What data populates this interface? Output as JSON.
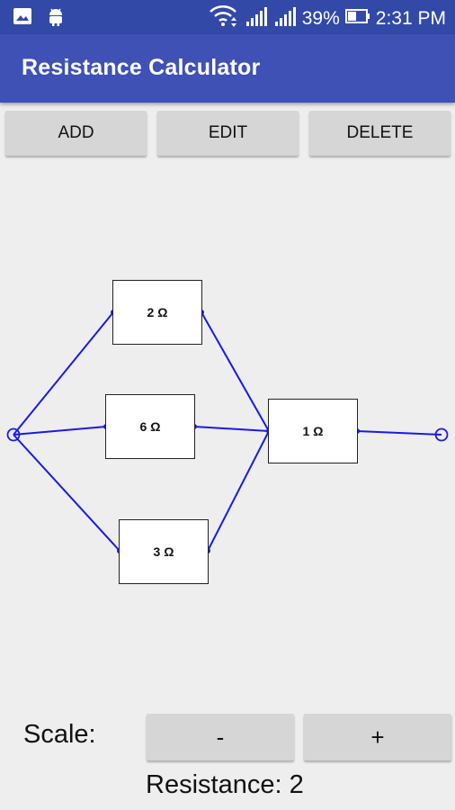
{
  "status_bar": {
    "battery_percent": "39%",
    "time": "2:31 PM",
    "icons": [
      "image-icon",
      "android-icon",
      "wifi-icon",
      "signal-icon",
      "signal-icon",
      "battery-icon"
    ]
  },
  "app_bar": {
    "title": "Resistance Calculator"
  },
  "toolbar": {
    "add_label": "ADD",
    "edit_label": "EDIT",
    "delete_label": "DELETE"
  },
  "circuit": {
    "wire_color": "#1a1ae6",
    "resistors": [
      {
        "id": "r1",
        "label": "2 Ω"
      },
      {
        "id": "r2",
        "label": "6 Ω"
      },
      {
        "id": "r3",
        "label": "3 Ω"
      },
      {
        "id": "r4",
        "label": "1 Ω"
      }
    ]
  },
  "scale": {
    "label": "Scale:",
    "minus_label": "-",
    "plus_label": "+"
  },
  "result": {
    "text": "Resistance: 2"
  }
}
